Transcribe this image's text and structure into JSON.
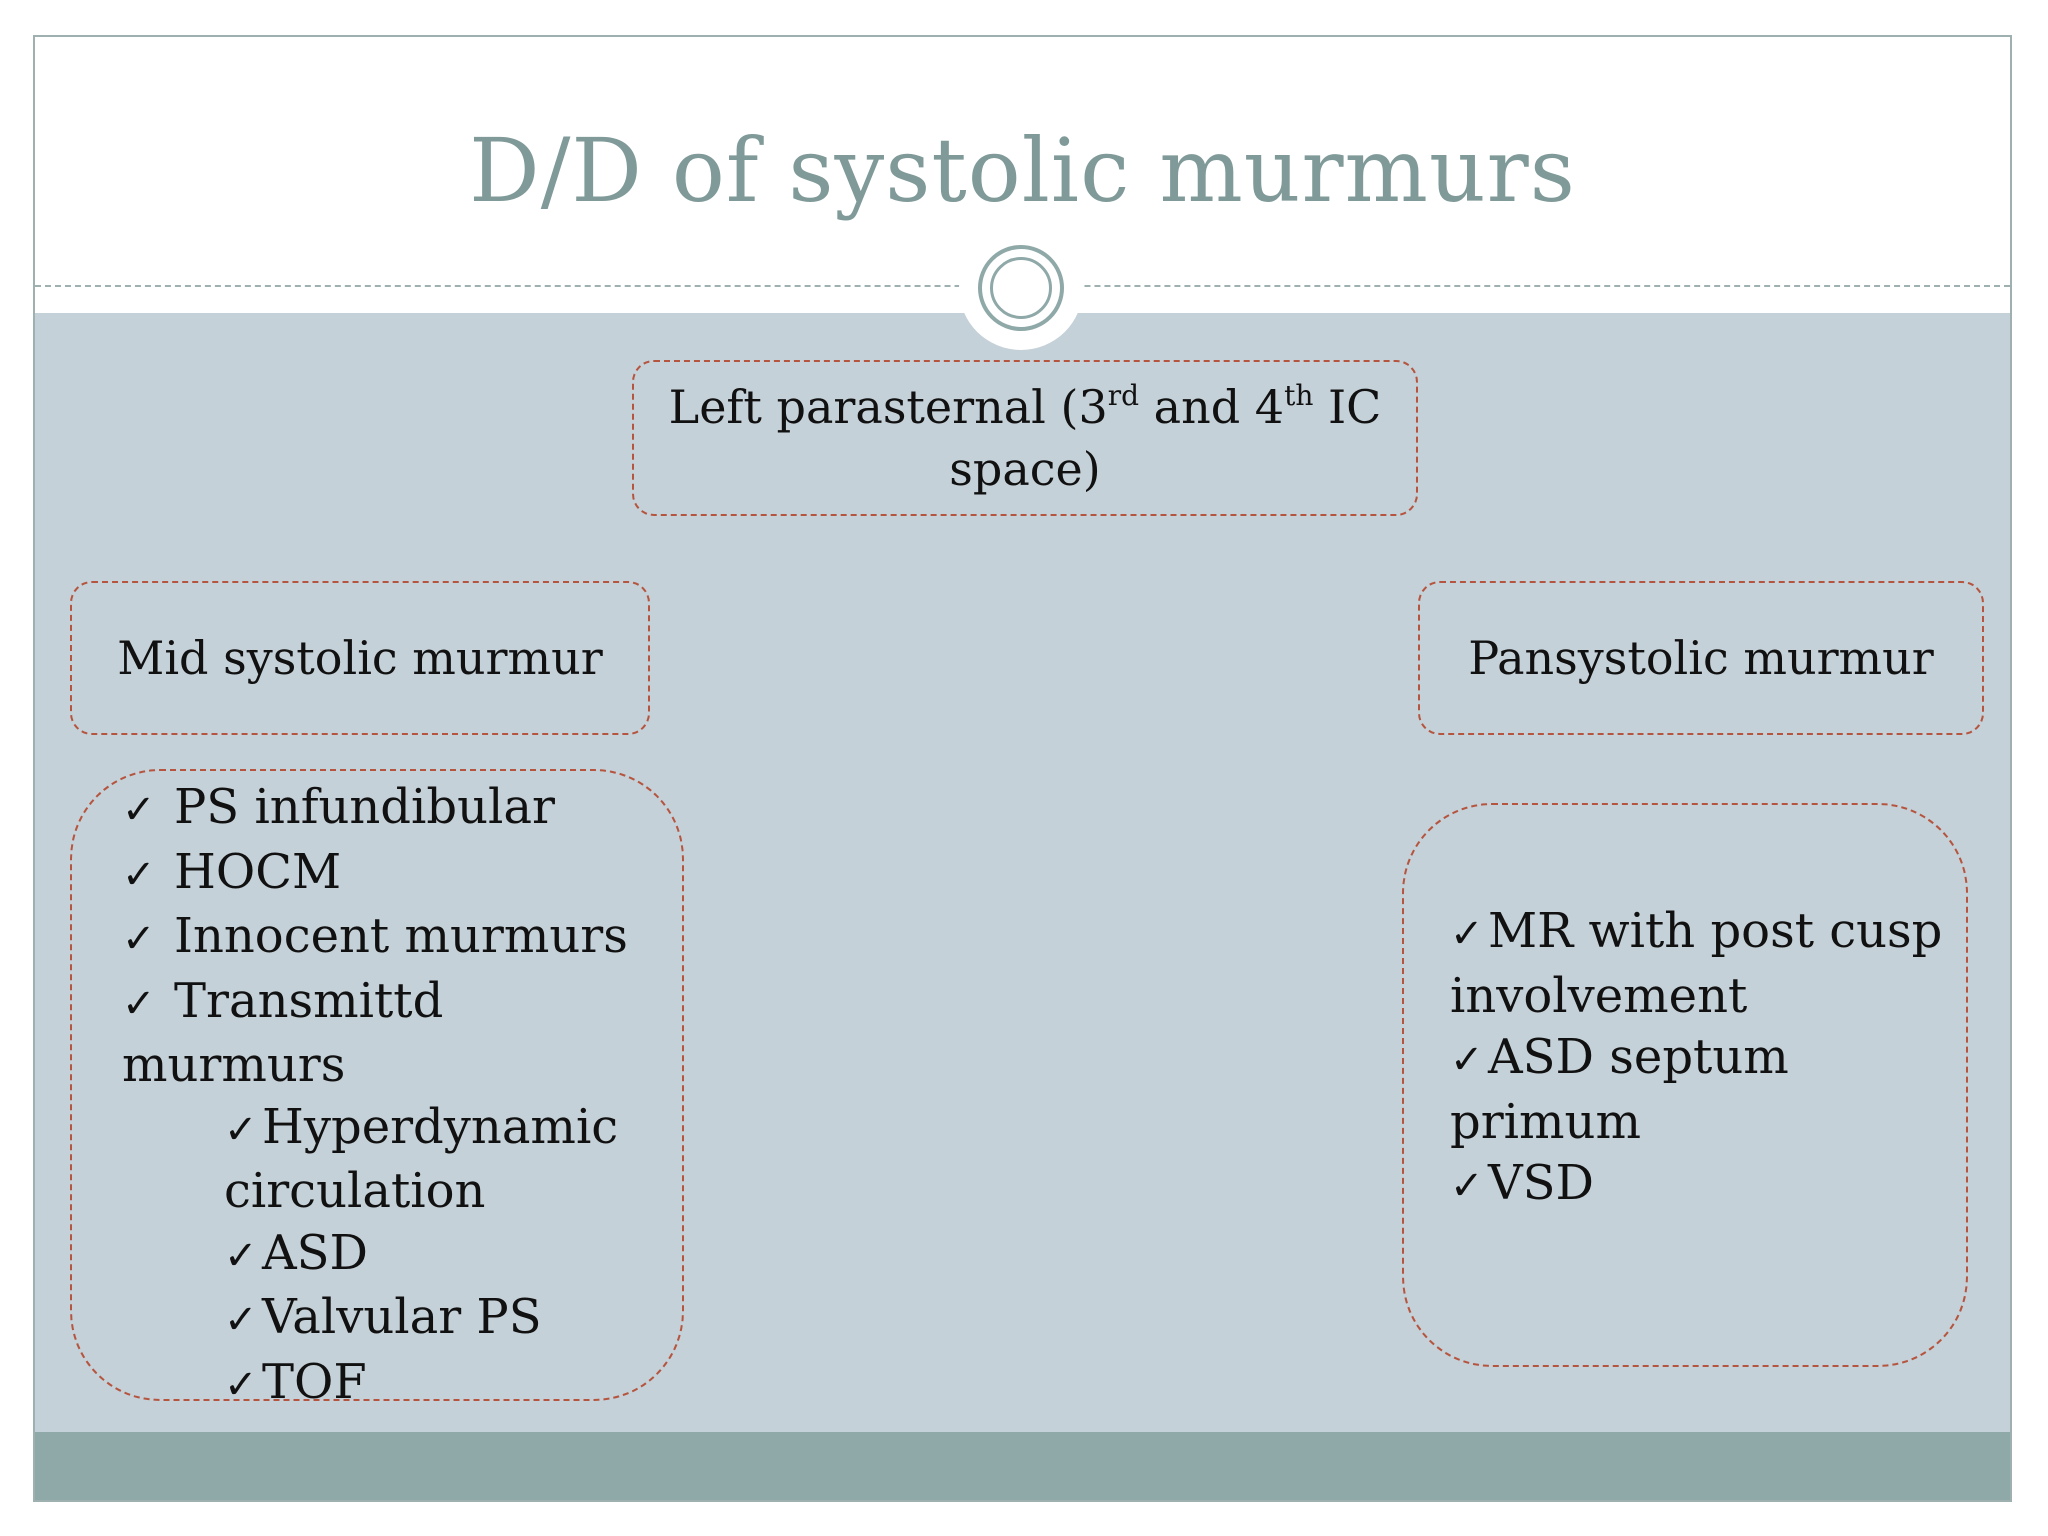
{
  "slide": {
    "title": "D/D of systolic murmurs",
    "colors": {
      "title": "#7f9a98",
      "content_background": "#c5d1d8",
      "footer": "#8fa8a8",
      "box_border": "#b5553f"
    }
  },
  "diagram": {
    "top_box": {
      "text_before_3": "Left parasternal (3",
      "sup_rd": "rd",
      "text_and_4": " and 4",
      "sup_th": "th",
      "text_after": " IC space)"
    },
    "left_heading": "Mid systolic murmur",
    "right_heading": "Pansystolic murmur",
    "check_symbol": "✓",
    "left_items": [
      "PS  infundibular",
      "HOCM",
      "Innocent murmurs",
      "Transmittd murmurs"
    ],
    "left_subitems": [
      "Hyperdynamic circulation",
      "ASD",
      "Valvular PS",
      "TOF"
    ],
    "right_items": [
      "MR with post cusp involvement",
      "ASD septum primum",
      "VSD"
    ]
  }
}
